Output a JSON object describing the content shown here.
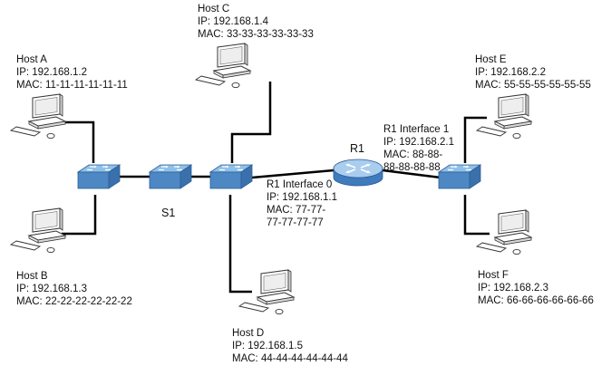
{
  "hosts": {
    "a": {
      "name": "Host A",
      "ip": "IP: 192.168.1.2",
      "mac": "MAC: 11-11-11-11-11-11"
    },
    "b": {
      "name": "Host B",
      "ip": "IP: 192.168.1.3",
      "mac": "MAC: 22-22-22-22-22-22"
    },
    "c": {
      "name": "Host C",
      "ip": "IP: 192.168.1.4",
      "mac": "MAC: 33-33-33-33-33-33"
    },
    "d": {
      "name": "Host D",
      "ip": "IP: 192.168.1.5",
      "mac": "MAC: 44-44-44-44-44-44"
    },
    "e": {
      "name": "Host E",
      "ip": "IP: 192.168.2.2",
      "mac": "MAC: 55-55-55-55-55-55"
    },
    "f": {
      "name": "Host F",
      "ip": "IP: 192.168.2.3",
      "mac": "MAC: 66-66-66-66-66-66"
    }
  },
  "switch_label": "S1",
  "router": {
    "name": "R1",
    "if0": {
      "name": "R1 Interface 0",
      "ip": "IP: 192.168.1.1",
      "mac1": "MAC: 77-77-",
      "mac2": "77-77-77-77"
    },
    "if1": {
      "name": "R1 Interface 1",
      "ip": "IP: 192.168.2.1",
      "mac1": "MAC: 88-88-",
      "mac2": "88-88-88-88"
    }
  },
  "colors": {
    "switch_top": "#8fc0e8",
    "switch_front": "#4d88c4",
    "router_top": "#a9cdee",
    "router_side": "#3f7bbd",
    "link": "#000000",
    "pc_body": "#ffffff",
    "pc_screen": "#eeeeee"
  }
}
